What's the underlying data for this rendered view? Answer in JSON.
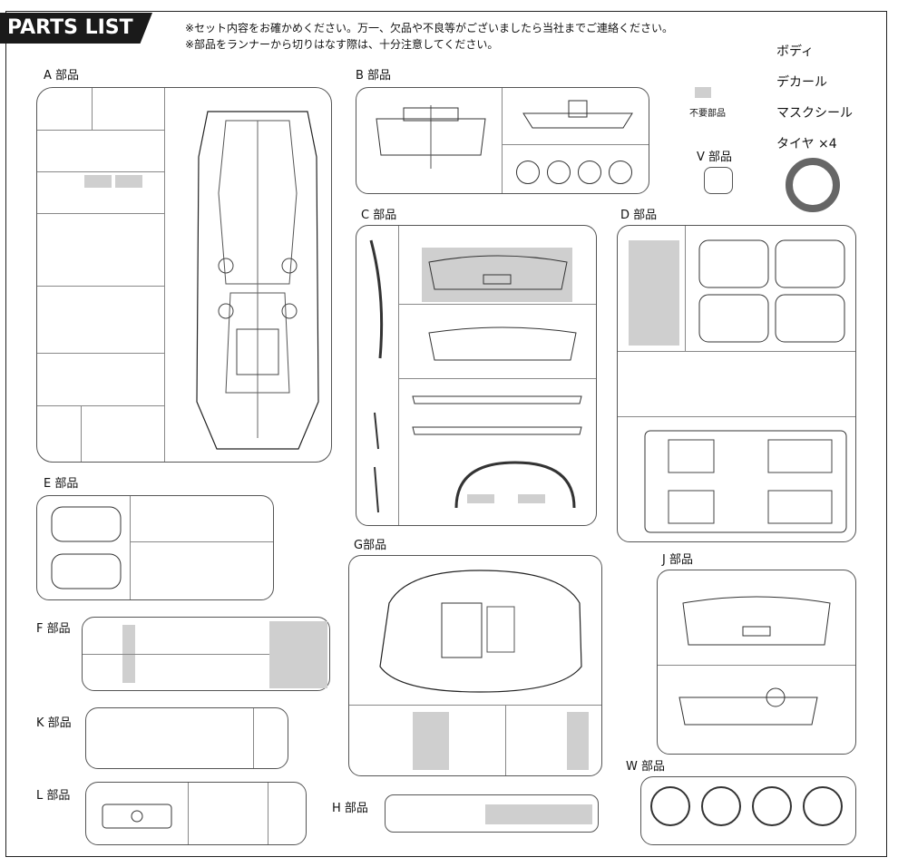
{
  "header": {
    "title": "PARTS LIST",
    "notes": [
      "※セット内容をお確かめください。万一、欠品や不良等がございましたら当社までご連絡ください。",
      "※部品をランナーから切りはなす際は、十分注意してください。"
    ]
  },
  "sections": {
    "A": {
      "label": "A 部品"
    },
    "B": {
      "label": "B 部品"
    },
    "C": {
      "label": "C 部品"
    },
    "D": {
      "label": "D 部品"
    },
    "E": {
      "label": "E 部品"
    },
    "F": {
      "label": "F 部品"
    },
    "G": {
      "label": "G部品"
    },
    "H": {
      "label": "H 部品"
    },
    "J": {
      "label": "J 部品"
    },
    "K": {
      "label": "K 部品"
    },
    "L": {
      "label": "L 部品"
    },
    "V": {
      "label": "V 部品"
    },
    "W": {
      "label": "W 部品"
    }
  },
  "legend": {
    "unused": "不要部品"
  },
  "extras": [
    "ボディ",
    "デカール",
    "マスクシール",
    "タイヤ ×4"
  ],
  "colors": {
    "unused_gray": "#cfcfcf",
    "banner": "#1a1a1a"
  }
}
